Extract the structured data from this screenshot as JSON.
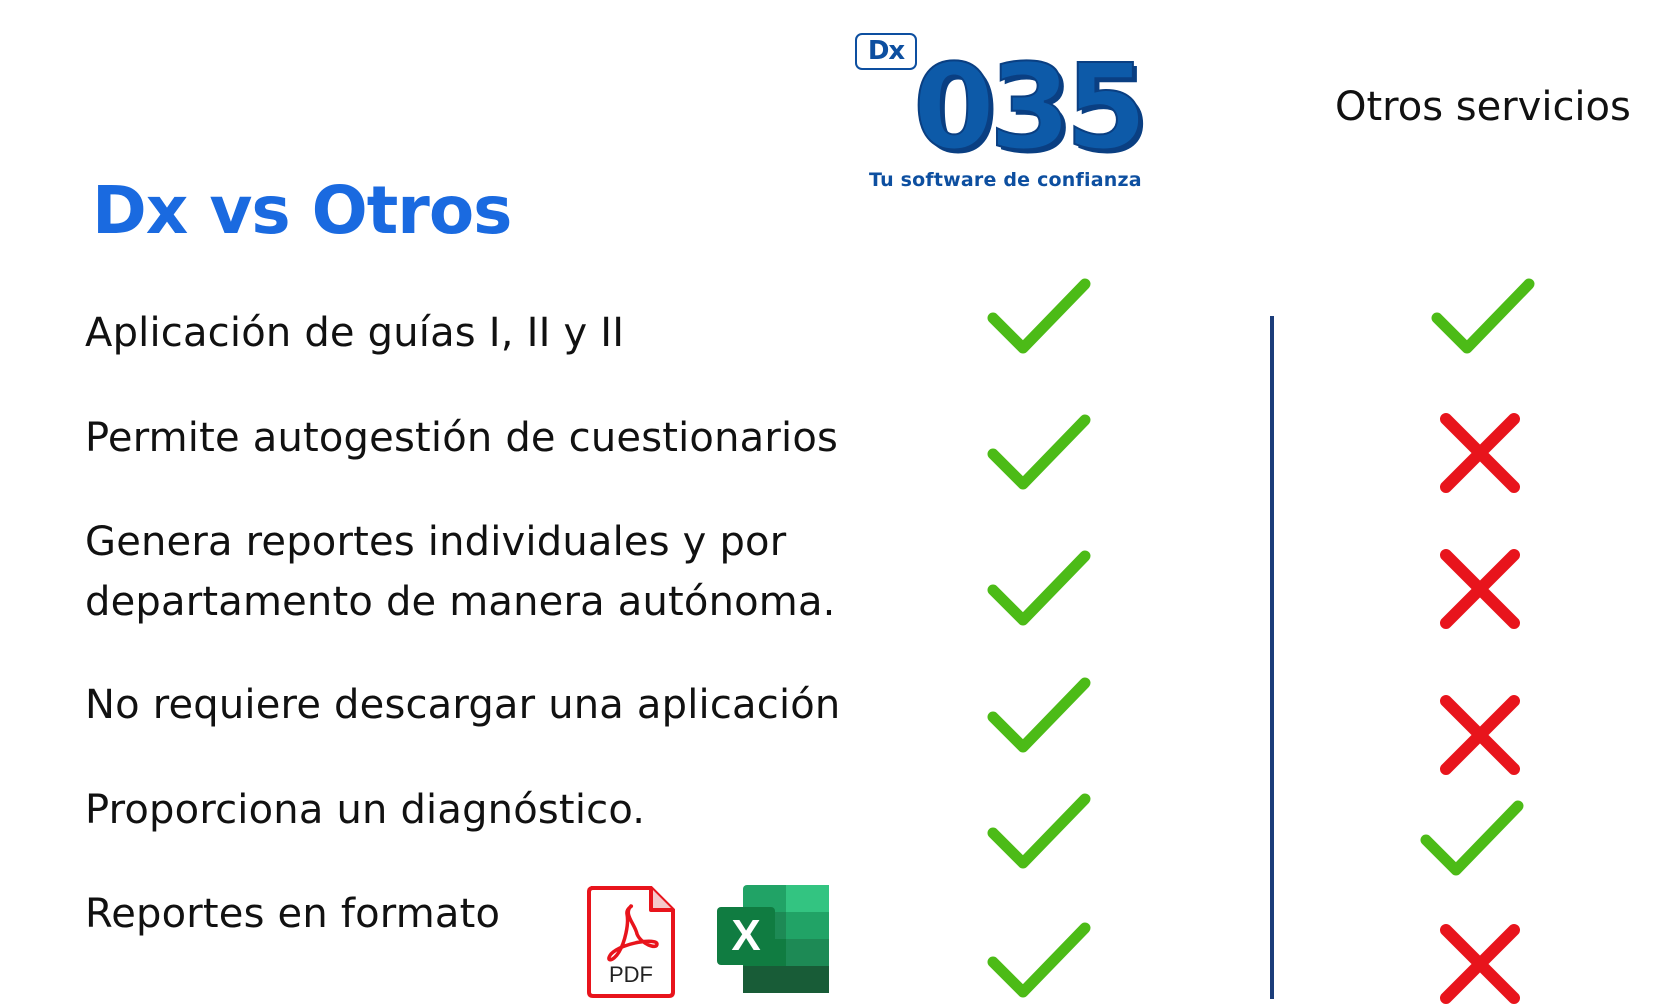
{
  "logo": {
    "badge_text": "Dx",
    "number_text": "035",
    "tagline": "Tu software de confianza"
  },
  "title": "Dx vs Otros",
  "comparison_header": "Otros servicios",
  "features": [
    {
      "lines": [
        "Aplicación de guías I, II y II"
      ],
      "dx": "check",
      "otros": "check"
    },
    {
      "lines": [
        "Permite autogestión de cuestionarios"
      ],
      "dx": "check",
      "otros": "cross"
    },
    {
      "lines": [
        "Genera reportes individuales y por",
        "departamento de manera autónoma."
      ],
      "dx": "check",
      "otros": "cross"
    },
    {
      "lines": [
        "No requiere descargar una aplicación"
      ],
      "dx": "check",
      "otros": "cross"
    },
    {
      "lines": [
        "Proporciona un diagnóstico."
      ],
      "dx": "check",
      "otros": "check"
    },
    {
      "lines": [
        "Reportes en formato"
      ],
      "dx": "check",
      "otros": "cross"
    }
  ],
  "report_formats": [
    {
      "icon": "pdf-file-icon",
      "label": "PDF"
    },
    {
      "icon": "excel-file-icon",
      "label": "X"
    }
  ],
  "colors": {
    "title_blue": "#1a6ae0",
    "logo_blue": "#0d5aa8",
    "check_green": "#4cbb17",
    "cross_red": "#e8141c",
    "divider": "#1c3d7a",
    "pdf_red": "#e8141c",
    "excel_green": "#1d6f42"
  }
}
